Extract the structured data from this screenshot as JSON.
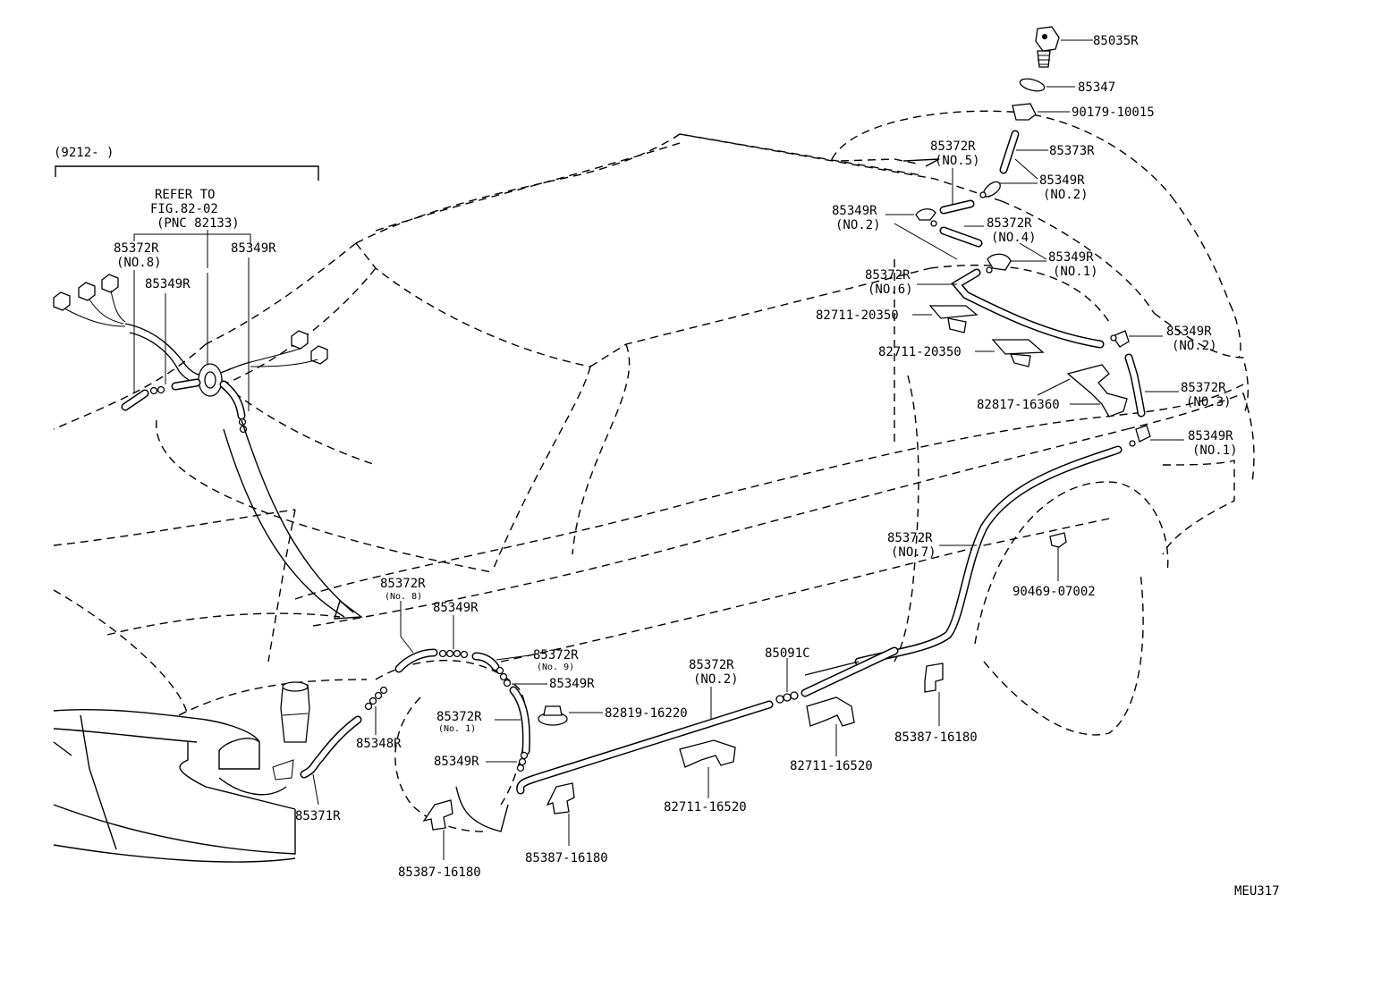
{
  "diagram": {
    "code": "MEU317",
    "inset": {
      "range": "(9212-       )",
      "refer": [
        "REFER TO",
        "FIG.82-02",
        "(PNC 82133)"
      ],
      "labels": {
        "hose_no8": [
          "85372R",
          "(NO.8)"
        ],
        "joint_a": "85349R",
        "joint_b": "85349R"
      }
    },
    "labels": {
      "nozzle": "85035R",
      "washer": "85347",
      "clip_top": "90179-10015",
      "hose_85373": "85373R",
      "hose_no5": [
        "85372R",
        "(NO.5)"
      ],
      "joint_no2_upper": [
        "85349R",
        "(NO.2)"
      ],
      "joint_no2_left": [
        "85349R",
        "(NO.2)"
      ],
      "hose_no4": [
        "85372R",
        "(NO.4)"
      ],
      "joint_no1_upper": [
        "85349R",
        "(NO.1)"
      ],
      "hose_no6": [
        "85372R",
        "(NO.6)"
      ],
      "clamp_upper": "82711-20350",
      "clamp_lower": "82711-20350",
      "joint_no2_right": [
        "85349R",
        "(NO.2)"
      ],
      "hose_no3": [
        "85372R",
        "(NO.3)"
      ],
      "bracket_rear": "82817-16360",
      "joint_no1_right": [
        "85349R",
        "(NO.1)"
      ],
      "hose_no7": [
        "85372R",
        "(NO.7)"
      ],
      "grommet_rear": "90469-07002",
      "hose_front_no8": [
        "85372R",
        "(No. 8)"
      ],
      "joint_front_top": "85349R",
      "hose_no9": [
        "85372R",
        "(No. 9)"
      ],
      "joint_front_mid": "85349R",
      "check_valve": "82819-16220",
      "hose_no2": [
        "85372R",
        "(NO.2)"
      ],
      "connector": "85091C",
      "hose_no1": [
        "85372R",
        "(No. 1)"
      ],
      "joint_85348": "85348R",
      "joint_front_low": "85349R",
      "hose_85371": "85371R",
      "clamp_mid": "82711-16520",
      "clamp_rocker": "82711-16520",
      "clip_rear_floor": "85387-16180",
      "clip_front_low": "85387-16180",
      "clip_front_floor": "85387-16180"
    }
  }
}
